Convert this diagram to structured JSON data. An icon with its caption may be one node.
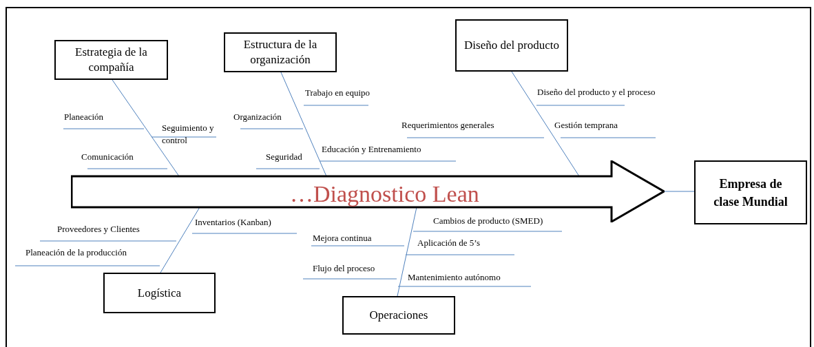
{
  "diagram": {
    "nodes": [
      {
        "text": [
          "Estrategia de la compañía"
        ]
      },
      {
        "text": [
          "Estructura de la organización"
        ]
      },
      {
        "text": [
          "Diseño del producto"
        ]
      },
      {
        "text": [
          "…Diagnostico Lean"
        ]
      },
      {
        "text": [
          "Empresa de clase Mundial"
        ]
      },
      {
        "text": [
          "Logística"
        ]
      },
      {
        "text": [
          "Operaciones"
        ]
      }
    ],
    "edges": [
      {
        "from": 0,
        "to": 3,
        "arrow": "none"
      },
      {
        "from": 1,
        "to": 3,
        "arrow": "none"
      },
      {
        "from": 2,
        "to": 3,
        "arrow": "none"
      },
      {
        "from": 5,
        "to": 3,
        "arrow": "none"
      },
      {
        "from": 6,
        "to": 3,
        "arrow": "none"
      },
      {
        "from": 3,
        "to": 4,
        "arrow": "none"
      }
    ],
    "labels": [
      "Trabajo en equipo",
      "Diseño del producto y el proceso",
      "Planeación",
      "Organización",
      "Seguimiento y control",
      "Requerimientos generales",
      "Gestión temprana",
      "Educación y Entrenamiento",
      "Comunicación",
      "Seguridad",
      "Cambios de producto (SMED)",
      "Inventarios (Kanban)",
      "Proveedores y Clientes",
      "Mejora continua",
      "Aplicación de 5’s",
      "Planeación de la producción",
      "Flujo del proceso",
      "Mantenimiento autónomo"
    ]
  }
}
